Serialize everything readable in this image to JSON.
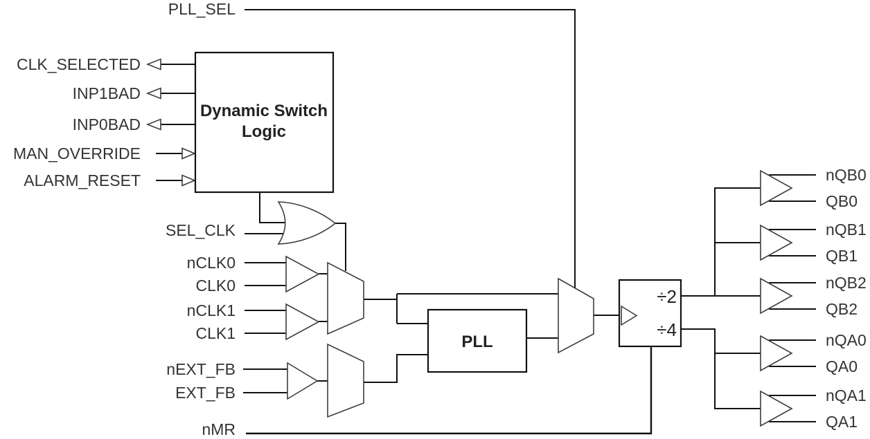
{
  "background_color": "#ffffff",
  "line_color": "#111111",
  "text_color": "#333333",
  "blocks": {
    "dynamic_switch_logic": {
      "label_line1": "Dynamic Switch",
      "label_line2": "Logic"
    },
    "pll": {
      "label": "PLL"
    },
    "divider": {
      "div2": "÷2",
      "div4": "÷4"
    }
  },
  "signals": {
    "pll_sel": "PLL_SEL",
    "status_outputs": [
      "CLK_SELECTED",
      "INP1BAD",
      "INP0BAD"
    ],
    "control_inputs": [
      "MAN_OVERRIDE",
      "ALARM_RESET"
    ],
    "sel_clk": "SEL_CLK",
    "clock_inputs": [
      "nCLK0",
      "CLK0",
      "nCLK1",
      "CLK1"
    ],
    "feedback_inputs": [
      "nEXT_FB",
      "EXT_FB"
    ],
    "master_reset": "nMR",
    "clock_outputs": [
      "nQB0",
      "QB0",
      "nQB1",
      "QB1",
      "nQB2",
      "QB2",
      "nQA0",
      "QA0",
      "nQA1",
      "QA1"
    ]
  }
}
